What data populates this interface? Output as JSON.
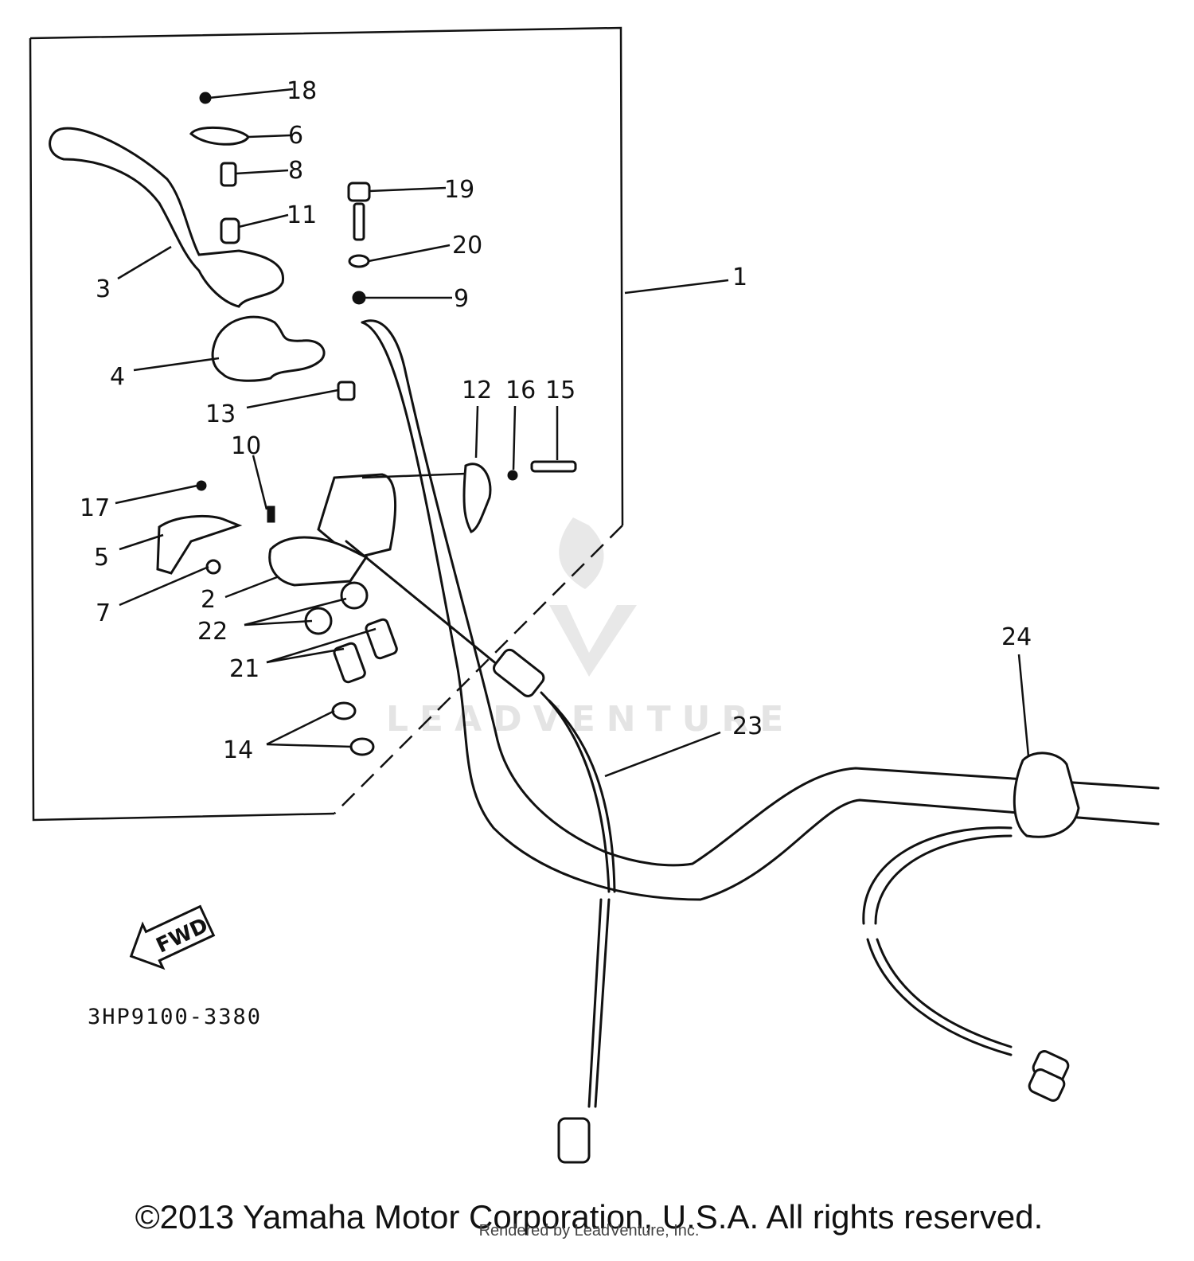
{
  "diagram": {
    "part_code": "3HP9100-3380",
    "fwd_label": "FWD",
    "watermark": "LEADVENTURE",
    "callouts": {
      "c1": "1",
      "c2": "2",
      "c3": "3",
      "c4": "4",
      "c5": "5",
      "c6": "6",
      "c7": "7",
      "c8": "8",
      "c9": "9",
      "c10": "10",
      "c11": "11",
      "c12": "12",
      "c13": "13",
      "c14": "14",
      "c15": "15",
      "c16": "16",
      "c17": "17",
      "c18": "18",
      "c19": "19",
      "c20": "20",
      "c21": "21",
      "c22": "22",
      "c23": "23",
      "c24": "24"
    }
  },
  "footer": {
    "copyright": "©2013 Yamaha Motor Corporation, U.S.A. All rights reserved.",
    "rendered_by": "Rendered by LeadVenture, Inc."
  }
}
